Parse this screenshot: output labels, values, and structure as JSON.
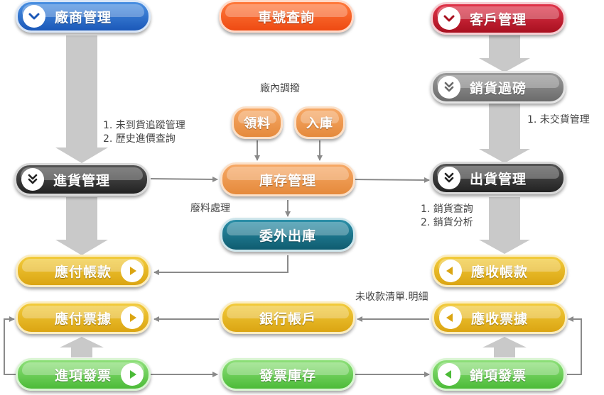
{
  "nodes": {
    "vendor_mgmt": "廠商管理",
    "plate_query": "車號查詢",
    "customer_mgmt": "客戶管理",
    "sales_weighing": "銷貨過磅",
    "material_pick": "領料",
    "stock_in": "入庫",
    "purchase_mgmt": "進貨管理",
    "inventory_mgmt": "庫存管理",
    "shipping_mgmt": "出貨管理",
    "outsource_out": "委外出庫",
    "payables": "應付帳款",
    "receivables": "應收帳款",
    "payable_notes": "應付票據",
    "bank_account": "銀行帳戶",
    "receivable_notes": "應收票據",
    "input_invoice": "進項發票",
    "invoice_stock": "發票庫存",
    "output_invoice": "銷項發票"
  },
  "notes": {
    "intra_transfer": "廠內調撥",
    "purchase_note_1": "1. 未到貨追蹤管理",
    "purchase_note_2": "2. 歷史進價查詢",
    "undelivered": "1. 未交貨管理",
    "scrap": "廢料處理",
    "sales_note_1": "1. 銷貨查詢",
    "sales_note_2": "2. 銷貨分析",
    "uncollected": "未收款清單.明細"
  },
  "colors": {
    "blue": "#1b58b8",
    "orange": "#ee4a12",
    "red": "#a8101f",
    "gray": "#6b6b6b",
    "dark": "#222222",
    "tan": "#e58a3c",
    "teal": "#0f5c70",
    "yellow": "#dba512",
    "green": "#4cbb38",
    "connector": "#8a8a8a",
    "wide_arrow": "#c9c9c9"
  },
  "icons": {
    "vendor_mgmt": "chevron-down-icon",
    "customer_mgmt": "chevron-down-icon",
    "sales_weighing": "double-chevron-down-icon",
    "purchase_mgmt": "double-chevron-down-icon",
    "shipping_mgmt": "double-chevron-down-icon",
    "payables": "play-right-icon",
    "payable_notes": "play-right-icon",
    "input_invoice": "play-right-icon",
    "receivables": "play-left-icon",
    "receivable_notes": "play-left-icon",
    "output_invoice": "play-left-icon"
  }
}
